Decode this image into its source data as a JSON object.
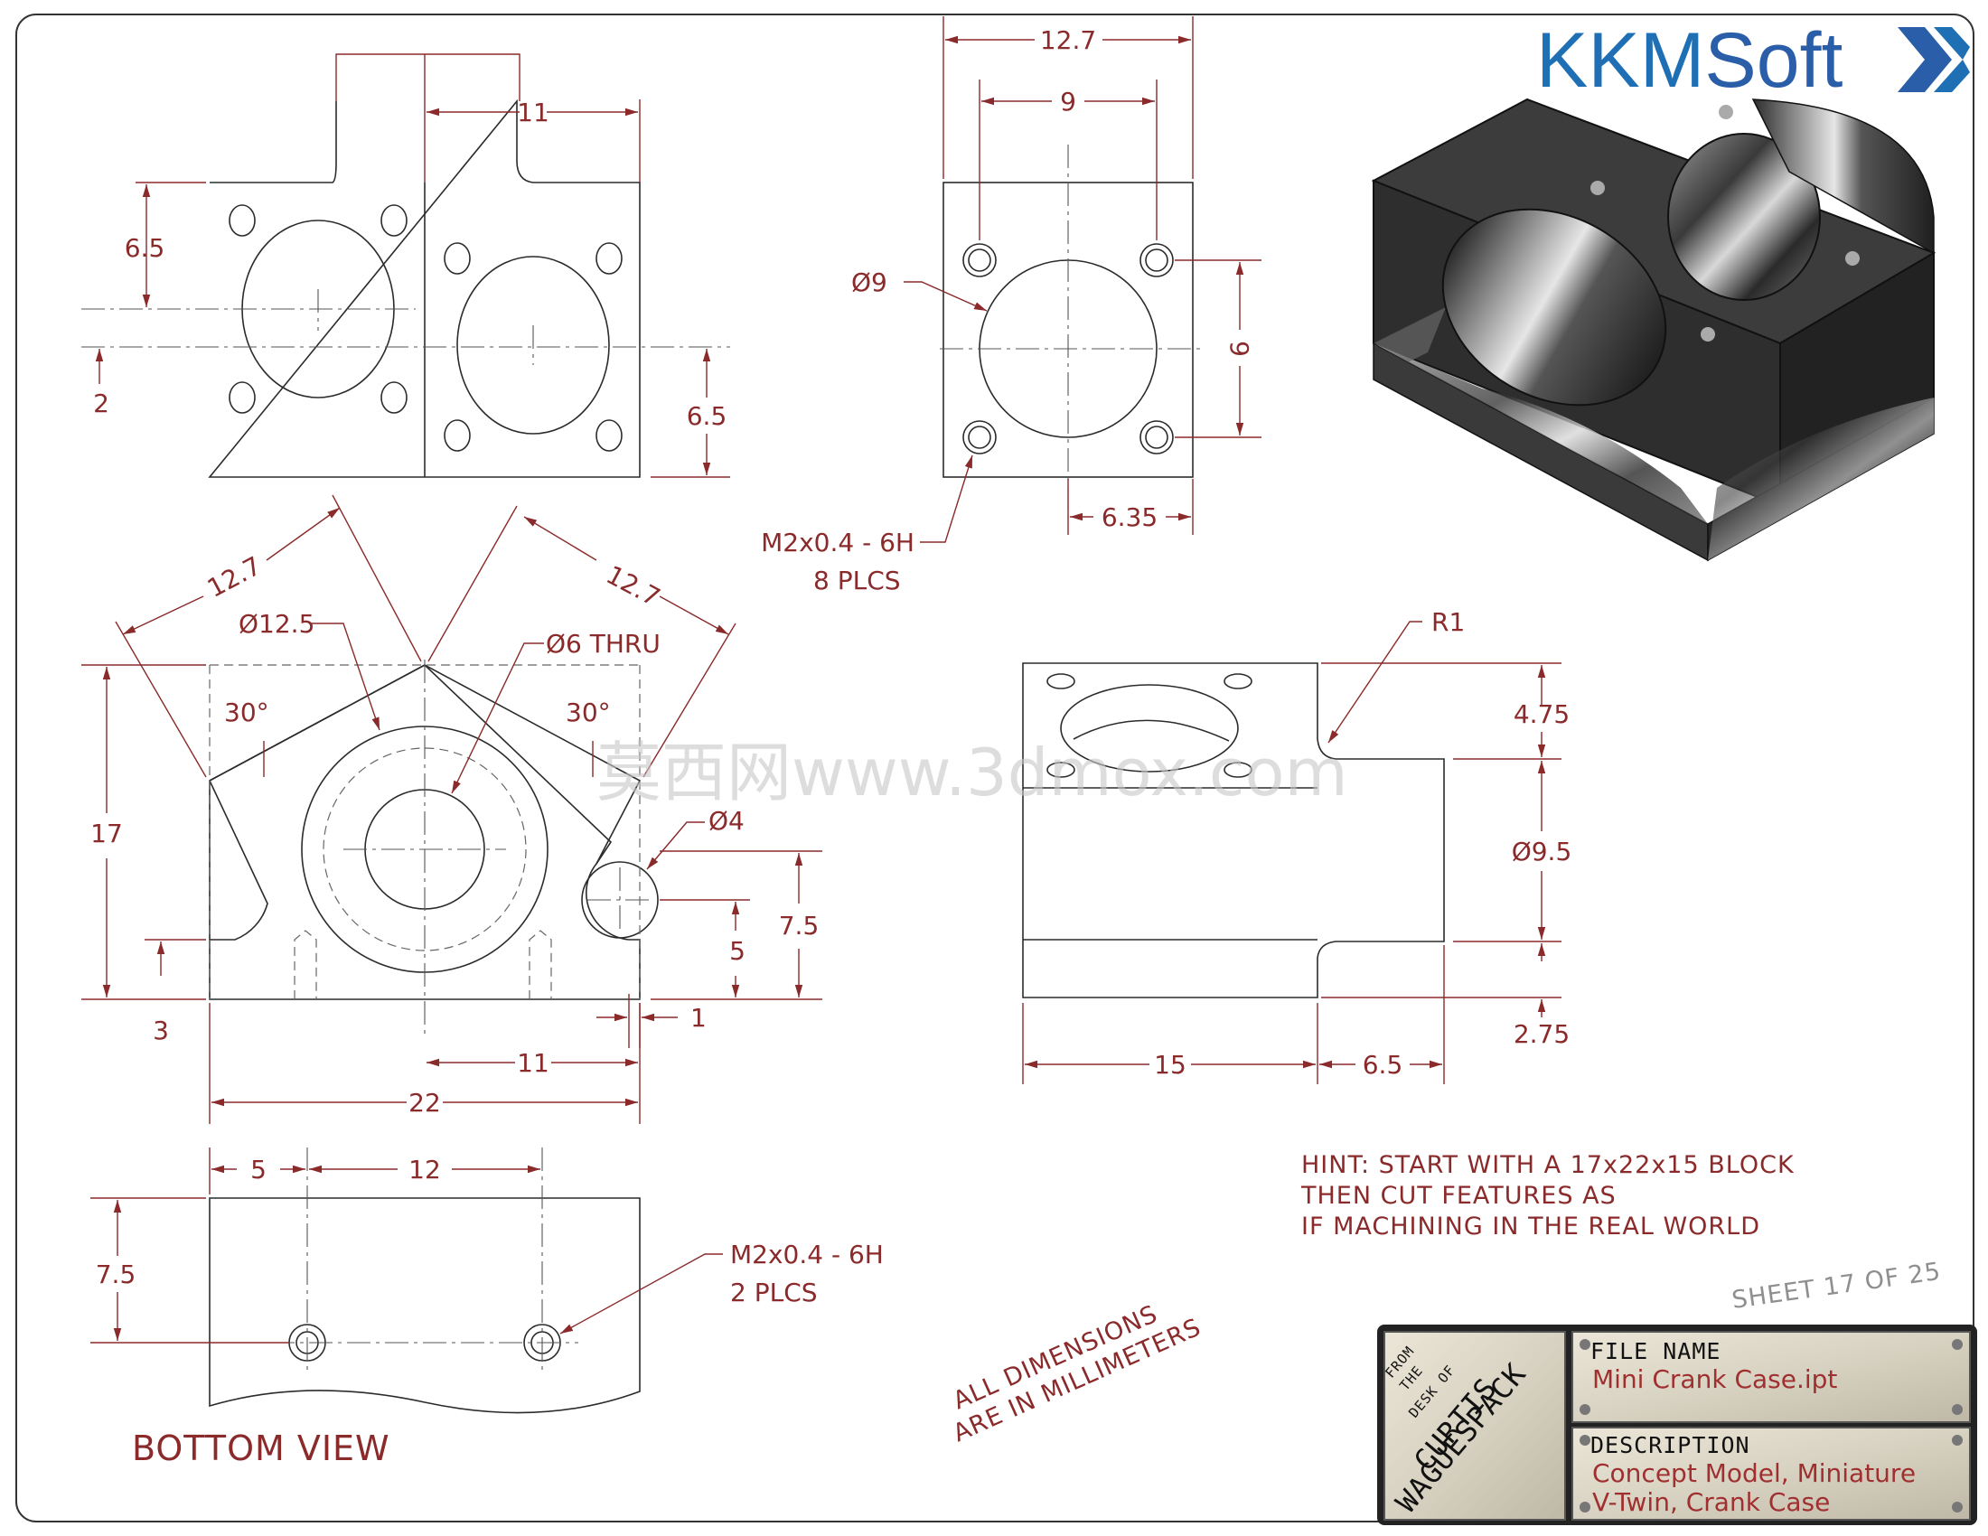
{
  "brand": {
    "name_prefix": "KKM",
    "name_suffix": "Soft",
    "color_primary": "#1f6fb5",
    "color_secondary": "#2a5ea8",
    "icon": "chevron-logo-icon"
  },
  "dims": {
    "top_11": "11",
    "top_6_5": "6.5",
    "top_2": "2",
    "top_6_5_right": "6.5",
    "side_12_7": "12.7",
    "side_9_top": "9",
    "side_dia9": "Ø9",
    "side_9_right": "9",
    "side_6_35": "6.35",
    "side_thread": "M2x0.4 - 6H",
    "side_thread_qty": "8 PLCS",
    "front_12_7_left": "12.7",
    "front_12_7_right": "12.7",
    "front_dia12_5": "Ø12.5",
    "front_dia6_thru": "Ø6 THRU",
    "front_30_left": "30°",
    "front_30_right": "30°",
    "front_17": "17",
    "front_dia4": "Ø4",
    "front_7_5": "7.5",
    "front_5": "5",
    "front_3": "3",
    "front_1": "1",
    "front_11": "11",
    "front_22": "22",
    "right_r1": "R1",
    "right_4_75": "4.75",
    "right_dia9_5": "Ø9.5",
    "right_2_75": "2.75",
    "right_15": "15",
    "right_6_5": "6.5",
    "bottom_5": "5",
    "bottom_12": "12",
    "bottom_7_5": "7.5",
    "bottom_thread": "M2x0.4 - 6H",
    "bottom_thread_qty": "2 PLCS"
  },
  "views": {
    "bottom_view_label": "BOTTOM VIEW"
  },
  "notes": {
    "hint_line1": "HINT: START WITH A 17x22x15 BLOCK",
    "hint_line2": "THEN CUT FEATURES AS",
    "hint_line3": "IF MACHINING IN THE REAL WORLD",
    "units_line1": "ALL DIMENSIONS",
    "units_line2": "ARE IN MILLIMETERS",
    "sheet": "SHEET 17  OF 25",
    "watermark": "莫西网www.3dmox.com"
  },
  "title_block": {
    "from_line1": "FROM",
    "from_line2": "THE",
    "from_line3": "DESK OF",
    "author_line1": "CURTIS",
    "author_line2": "WAGUESPACK",
    "file_name_label": "FILE NAME",
    "file_name_value": "Mini Crank Case.ipt",
    "description_label": "DESCRIPTION",
    "description_line1": "Concept Model, Miniature",
    "description_line2": "V-Twin, Crank Case"
  }
}
